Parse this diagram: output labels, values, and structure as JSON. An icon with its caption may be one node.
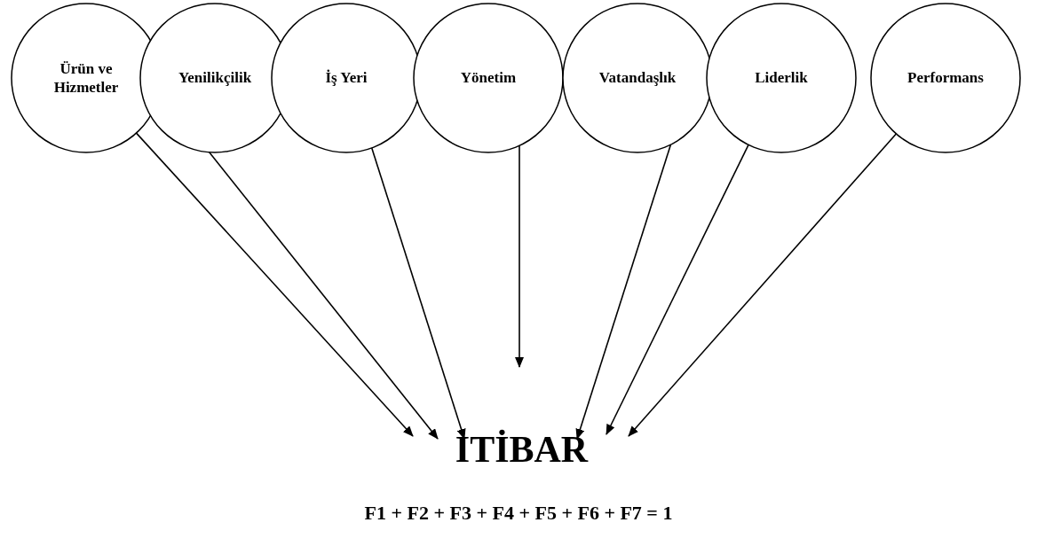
{
  "diagram": {
    "nodes": [
      {
        "text": [
          "Ürün ve Hizmetler"
        ]
      },
      {
        "text": [
          "Yenilikçilik"
        ]
      },
      {
        "text": [
          "İş Yeri"
        ]
      },
      {
        "text": [
          "Yönetim"
        ]
      },
      {
        "text": [
          "Vatandaşlık"
        ]
      },
      {
        "text": [
          "Liderlik"
        ]
      },
      {
        "text": [
          "Performans"
        ]
      },
      {
        "text": [
          "İTİBAR"
        ]
      }
    ],
    "edges": [
      {
        "from": 0,
        "to": 7,
        "arrow": "to"
      },
      {
        "from": 1,
        "to": 7,
        "arrow": "to"
      },
      {
        "from": 2,
        "to": 7,
        "arrow": "to"
      },
      {
        "from": 3,
        "to": 7,
        "arrow": "to"
      },
      {
        "from": 4,
        "to": 7,
        "arrow": "to"
      },
      {
        "from": 5,
        "to": 7,
        "arrow": "to"
      },
      {
        "from": 6,
        "to": 7,
        "arrow": "to"
      }
    ],
    "labels": [
      "F1 + F2 + F3 + F4 + F5 + F6 + F7 = 1"
    ]
  }
}
